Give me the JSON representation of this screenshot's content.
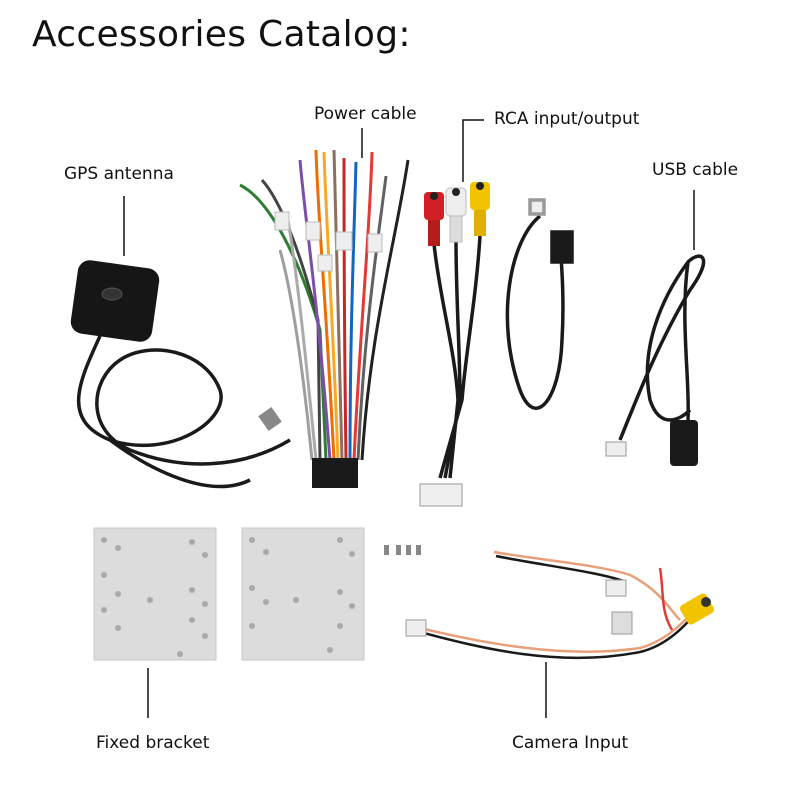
{
  "title": "Accessories Catalog:",
  "items": [
    {
      "key": "gps",
      "label": "GPS antenna"
    },
    {
      "key": "power",
      "label": "Power cable"
    },
    {
      "key": "rca",
      "label": "RCA input/output"
    },
    {
      "key": "usb",
      "label": "USB  cable"
    },
    {
      "key": "bracket",
      "label": "Fixed bracket"
    },
    {
      "key": "camera",
      "label": "Camera Input"
    }
  ],
  "colors": {
    "cable": "#1a1a1a",
    "rca_red": "#d21e25",
    "rca_white": "#eeeeee",
    "rca_yellow": "#f2c300",
    "bracket": "#dcdcdc",
    "camera_wire": "#e8a07a"
  }
}
